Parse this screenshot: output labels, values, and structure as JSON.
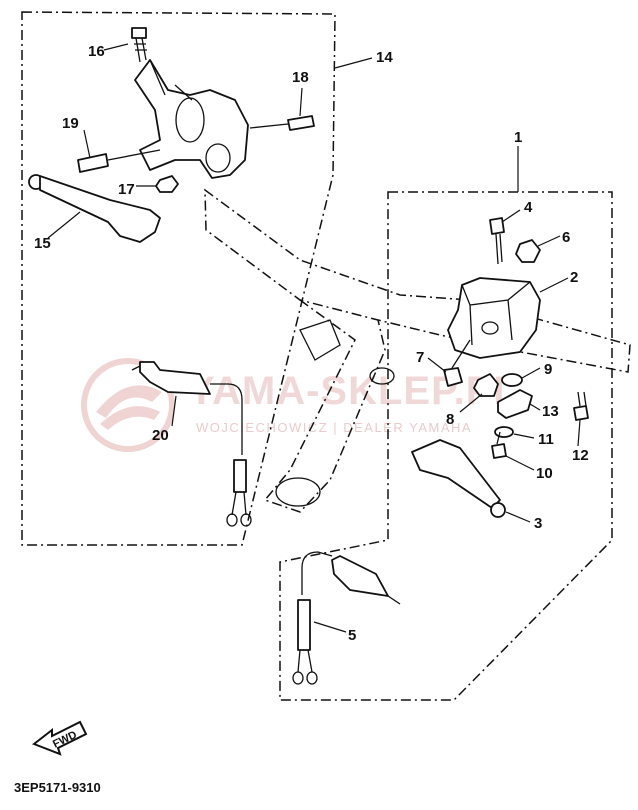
{
  "diagram": {
    "callouts": [
      "1",
      "2",
      "3",
      "4",
      "5",
      "6",
      "7",
      "8",
      "9",
      "10",
      "11",
      "12",
      "13",
      "14",
      "15",
      "16",
      "17",
      "18",
      "19",
      "20"
    ],
    "drawing_code": "3EP5171-9310",
    "fwd_label": "FWD",
    "watermark": {
      "title": "YAMA-SKLEP.PL",
      "subtitle": "WOJCIECHOWICZ | DEALER YAMAHA"
    },
    "colors": {
      "line": "#111111",
      "watermark": "#e7b9b9",
      "background": "#ffffff"
    }
  }
}
